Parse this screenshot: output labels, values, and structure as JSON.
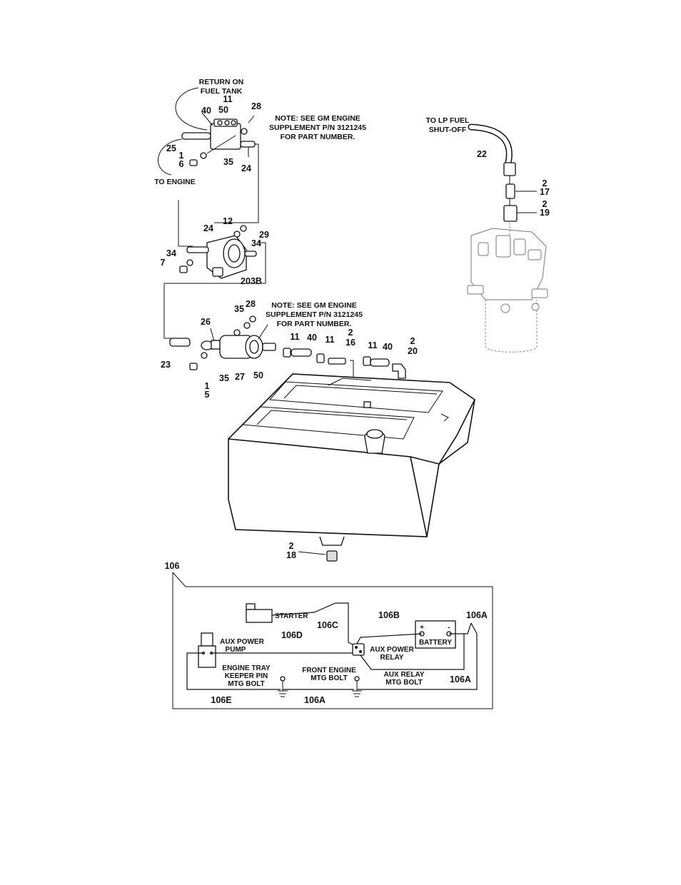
{
  "top_labels": {
    "return_on": "RETURN ON",
    "fuel_tank": "FUEL TANK",
    "to_engine": "TO ENGINE",
    "to_lp_fuel": "TO LP FUEL",
    "shut_off": "SHUT-OFF"
  },
  "notes": {
    "note1": [
      "NOTE:  SEE GM ENGINE",
      "SUPPLEMENT P/N 3121245",
      "FOR PART NUMBER."
    ],
    "note2": [
      "NOTE:  SEE GM ENGINE",
      "SUPPLEMENT P/N 3121245",
      "FOR PART NUMBER."
    ]
  },
  "callouts": {
    "c11a": "11",
    "c50a": "50",
    "c40a": "40",
    "c28a": "28",
    "c25": "25",
    "c1a": "1",
    "c6": "6",
    "c35a": "35",
    "c24a": "24",
    "c12": "12",
    "c24b": "24",
    "c29": "29",
    "c34a": "34",
    "c34b": "34",
    "c7": "7",
    "c203b": "203B",
    "c35b": "35",
    "c28b": "28",
    "c26": "26",
    "c23": "23",
    "c1b": "1",
    "c5": "5",
    "c35c": "35",
    "c27": "27",
    "c50b": "50",
    "c11b": "11",
    "c40b": "40",
    "c11c": "11",
    "c2a": "2",
    "c16": "16",
    "c11d": "11",
    "c40c": "40",
    "c2b": "2",
    "c20": "20",
    "c22": "22",
    "c2c": "2",
    "c17": "17",
    "c2d": "2",
    "c19": "19",
    "c2e": "2",
    "c18": "18"
  },
  "wiring": {
    "title": "106",
    "starter": "STARTER",
    "c106c": "106C",
    "c106b": "106B",
    "c106a_top": "106A",
    "c106d": "106D",
    "aux_power_pump": [
      "AUX POWER",
      "PUMP"
    ],
    "aux_power_relay": [
      "AUX POWER",
      "RELAY"
    ],
    "battery": "BATTERY",
    "plus": "+",
    "minus": "-",
    "engine_tray": [
      "ENGINE TRAY",
      "KEEPER PIN",
      "MTG BOLT"
    ],
    "front_engine": [
      "FRONT ENGINE",
      "MTG BOLT"
    ],
    "aux_relay": [
      "AUX RELAY",
      "MTG BOLT"
    ],
    "c106a_right": "106A",
    "c106e": "106E",
    "c106a_bottom": "106A"
  }
}
